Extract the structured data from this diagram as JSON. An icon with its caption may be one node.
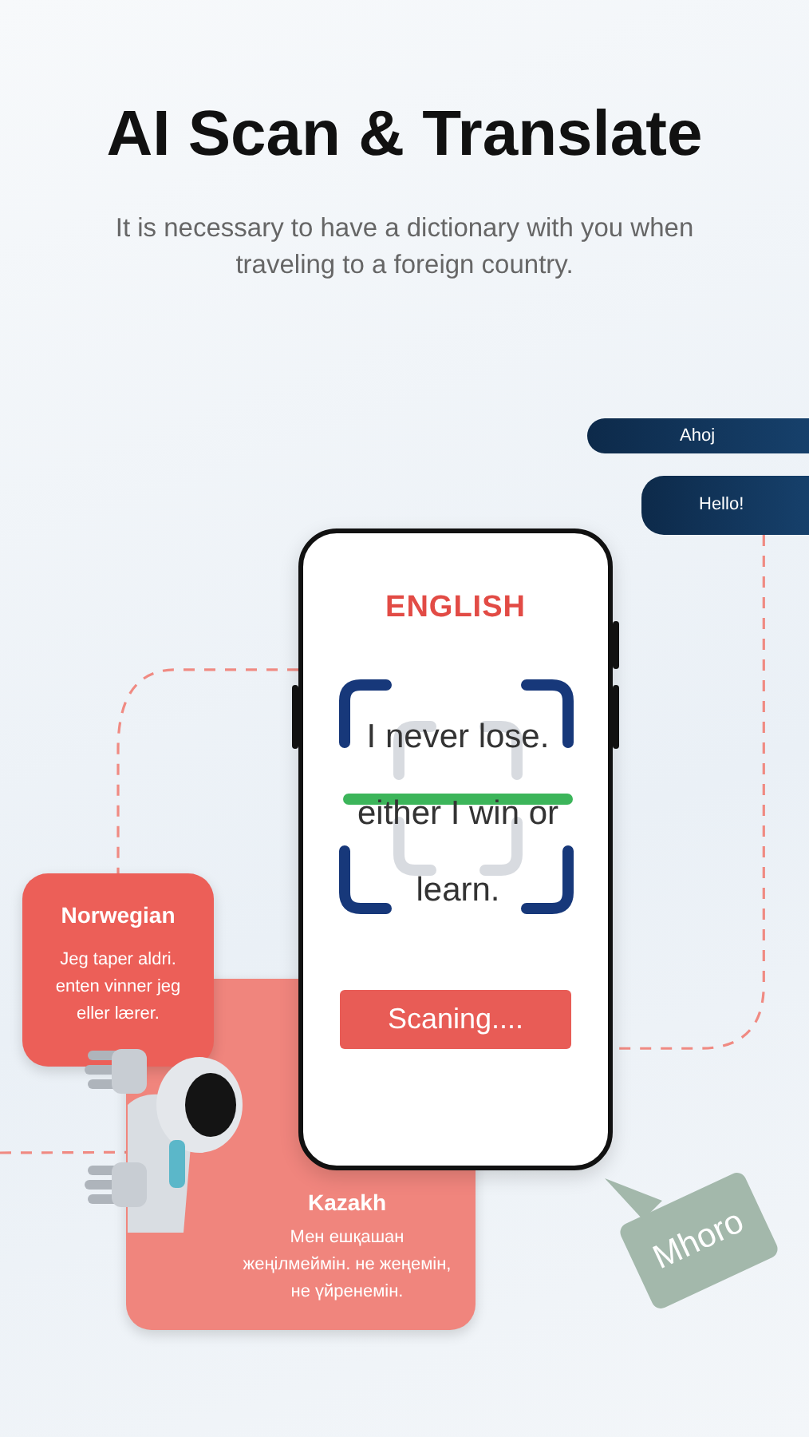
{
  "diagram": {
    "title": "AI Scan & Translate",
    "nodes": [
      {
        "text": [
          "ENGLISH",
          "I never lose. either I win or learn."
        ]
      },
      {
        "text": [
          "Scaning...."
        ],
        "in": 0
      },
      {
        "text": [
          "Norwegian",
          "Jeg taper aldri. enten vinner jeg eller lærer."
        ]
      },
      {
        "text": [
          "Kazakh",
          "Мен ешқашан жеңілмеймін. не жеңемін, не үйренемін."
        ]
      },
      {
        "text": [
          "Ahoj"
        ]
      },
      {
        "text": [
          "Hello!"
        ]
      },
      {
        "text": [
          "Mhoro"
        ]
      }
    ],
    "edges": [
      {
        "from": 0,
        "to": 2,
        "arrow": "none",
        "style": "dashed",
        "color": "#f08a82"
      },
      {
        "from": 5,
        "to": 0,
        "arrow": "none",
        "style": "dashed",
        "color": "#f08a82"
      },
      {
        "from": null,
        "to": 3,
        "arrow": "none",
        "style": "dashed",
        "color": "#f08a82"
      }
    ],
    "labels": [
      "It is necessary to have a dictionary with you when traveling to a foreign country."
    ]
  }
}
